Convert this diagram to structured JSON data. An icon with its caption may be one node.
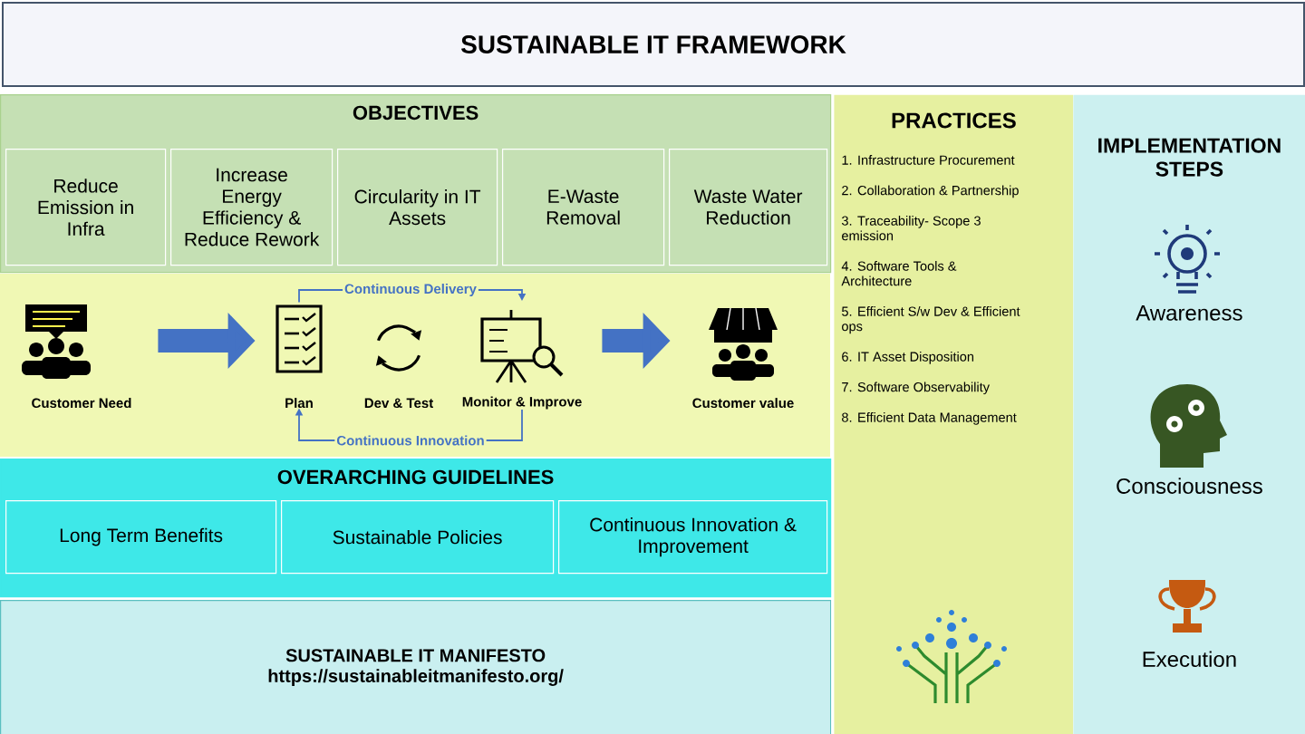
{
  "diagram": {
    "title": "SUSTAINABLE IT FRAMEWORK",
    "nodes": [
      {
        "text": [
          "OBJECTIVES"
        ]
      },
      {
        "text": [
          "Reduce Emission in Infra"
        ],
        "in": 0
      },
      {
        "text": [
          "Increase Energy Efficiency & Reduce Rework"
        ],
        "in": 0
      },
      {
        "text": [
          "Circularity in IT Assets"
        ],
        "in": 0
      },
      {
        "text": [
          "E-Waste Removal"
        ],
        "in": 0
      },
      {
        "text": [
          "Waste Water Reduction"
        ],
        "in": 0
      },
      {
        "text": [
          "Customer Need"
        ]
      },
      {
        "text": [
          "Plan"
        ]
      },
      {
        "text": [
          "Dev & Test"
        ]
      },
      {
        "text": [
          "Monitor & Improve"
        ]
      },
      {
        "text": [
          "Customer value"
        ]
      },
      {
        "text": [
          "OVERARCHING GUIDELINES"
        ]
      },
      {
        "text": [
          "Long Term Benefits"
        ],
        "in": 11
      },
      {
        "text": [
          "Sustainable Policies"
        ],
        "in": 11
      },
      {
        "text": [
          "Continuous Innovation & Improvement"
        ],
        "in": 11
      },
      {
        "text": [
          "SUSTAINABLE IT MANIFESTO",
          "https://sustainableitmanifesto.org/"
        ]
      },
      {
        "text": [
          "PRACTICES",
          "1. Infrastructure Procurement",
          "2. Collaboration & Partnership",
          "3. Traceability- Scope 3 emission",
          "4. Software Tools & Architecture",
          "5. Efficient S/w Dev & Efficient ops",
          "6. IT Asset Disposition",
          "7. Software Observability",
          "8. Efficient Data Management"
        ]
      },
      {
        "text": [
          "IMPLEMENTATION STEPS",
          "Awareness",
          "Consciousness",
          "Execution"
        ]
      }
    ],
    "edges": [
      {
        "from": 6,
        "to": 7,
        "arrow": "to",
        "style": "thick"
      },
      {
        "from": 9,
        "to": 10,
        "arrow": "to",
        "style": "thick"
      },
      {
        "from": 7,
        "to": 9,
        "arrow": "to",
        "label": "Continuous Delivery"
      },
      {
        "from": 9,
        "to": 7,
        "arrow": "to",
        "label": "Continuous Innovation"
      }
    ]
  }
}
